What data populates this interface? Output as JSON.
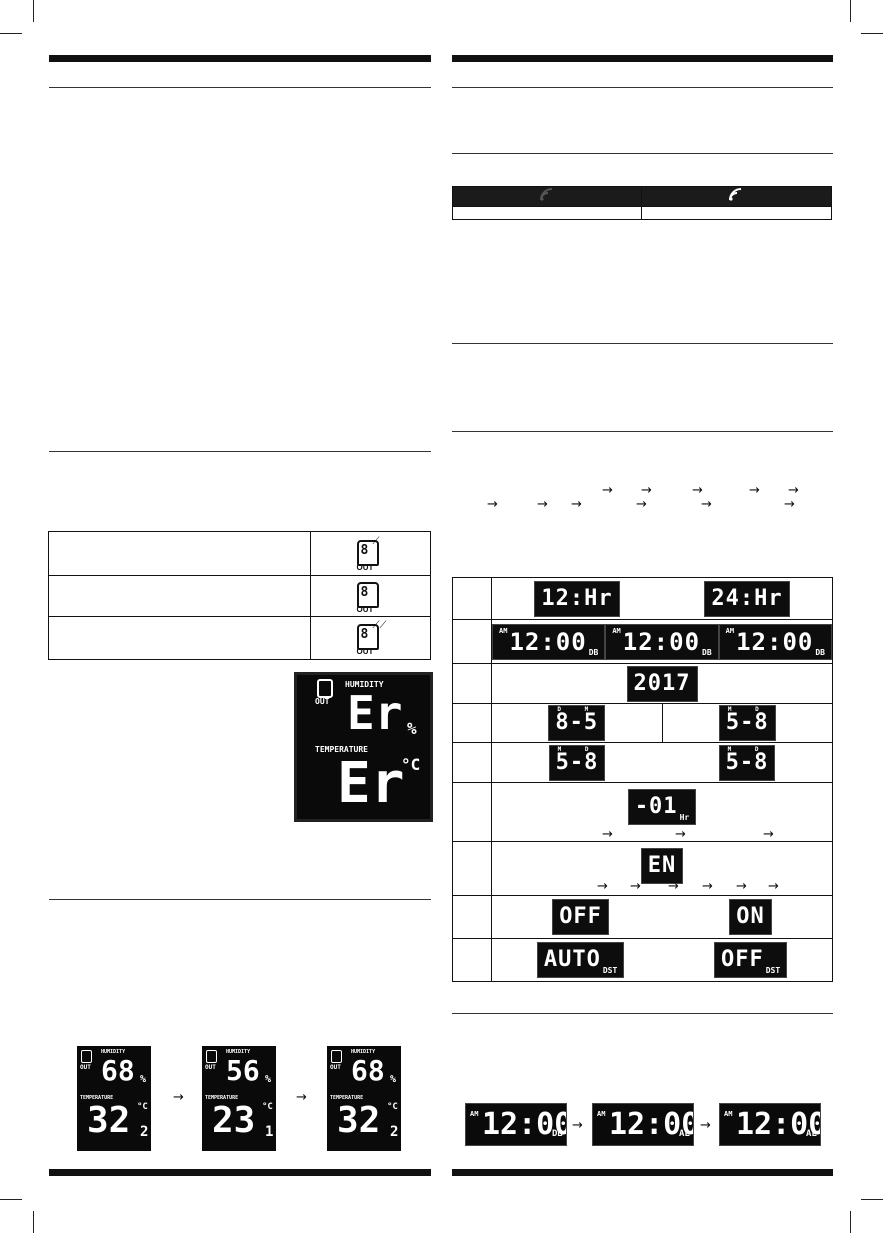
{
  "signal_table": {
    "left_icon": "weak-signal-icon",
    "right_icon": "strong-signal-icon"
  },
  "sensor_icons": {
    "out_label": "OUT",
    "digit": "8"
  },
  "error_screen": {
    "out_label": "OUT",
    "humidity_label": "HUMIDITY",
    "humidity_value": "Er",
    "humidity_unit": "%",
    "temperature_label": "TEMPERATURE",
    "temperature_value": "Er",
    "temperature_unit": "°C"
  },
  "channel_screens": [
    {
      "out_label": "OUT",
      "humidity_label": "HUMIDITY",
      "humidity": "68",
      "humidity_unit": "%",
      "temperature_label": "TEMPERATURE",
      "temperature": "32",
      "temperature_unit": "°C",
      "decimal": "2"
    },
    {
      "out_label": "OUT",
      "humidity_label": "HUMIDITY",
      "humidity": "56",
      "humidity_unit": "%",
      "temperature_label": "TEMPERATURE",
      "temperature": "23",
      "temperature_unit": "°C",
      "decimal": "1"
    },
    {
      "out_label": "OUT",
      "humidity_label": "HUMIDITY",
      "humidity": "68",
      "humidity_unit": "%",
      "temperature_label": "TEMPERATURE",
      "temperature": "32",
      "temperature_unit": "°C",
      "decimal": "2"
    }
  ],
  "settings_rows": [
    {
      "displays": [
        {
          "text": "12:Hr"
        },
        {
          "text": "24:Hr"
        }
      ]
    },
    {
      "displays": [
        {
          "text": "12:00",
          "pre": "AM",
          "post": "DB"
        },
        {
          "text": "12:00",
          "pre": "AM",
          "post": "DB"
        },
        {
          "text": "12:00",
          "pre": "AM",
          "post": "DB"
        }
      ]
    },
    {
      "displays": [
        {
          "text": "2017"
        }
      ]
    },
    {
      "displays": [
        {
          "text": "8-5",
          "sup": "D M"
        },
        {
          "text": "5-8",
          "sup": "M D"
        }
      ]
    },
    {
      "displays": [
        {
          "text": "5-8",
          "sup": "M D"
        },
        {
          "text": "5-8",
          "sup": "M D"
        }
      ]
    },
    {
      "displays": [
        {
          "text": "-01",
          "post": "Hr"
        }
      ]
    },
    {
      "displays": [
        {
          "text": "EN"
        }
      ]
    },
    {
      "displays": [
        {
          "text": "OFF"
        },
        {
          "text": "ON"
        }
      ]
    },
    {
      "displays": [
        {
          "text": "AUTO",
          "post": "DST"
        },
        {
          "text": "OFF",
          "post": "DST"
        }
      ]
    }
  ],
  "alarm_screens": [
    {
      "pre": "AM",
      "time": "12:00",
      "post": "DB"
    },
    {
      "pre": "AM",
      "time": "12:00",
      "post": "AL"
    },
    {
      "pre": "AM",
      "time": "12:00",
      "post": "AL"
    }
  ]
}
